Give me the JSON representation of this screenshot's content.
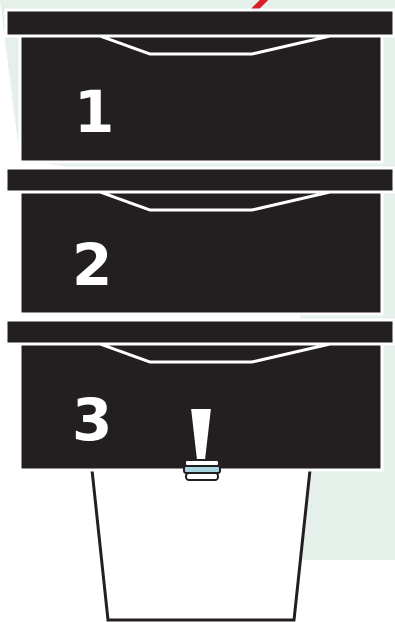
{
  "tiers": [
    {
      "number": "1"
    },
    {
      "number": "2"
    },
    {
      "number": "3"
    }
  ],
  "colors": {
    "background": "#ffffff",
    "background_tint": "#e6f0ea",
    "tier_fill": "#231f20",
    "outline": "#ffffff",
    "container_fill": "#ffffff",
    "container_outline": "#231f20",
    "accent_red": "#d8202a",
    "spout_band": "#a8d6e0"
  },
  "icons": {
    "spout": "spout-icon",
    "accent_stroke": "red-stroke-icon"
  }
}
